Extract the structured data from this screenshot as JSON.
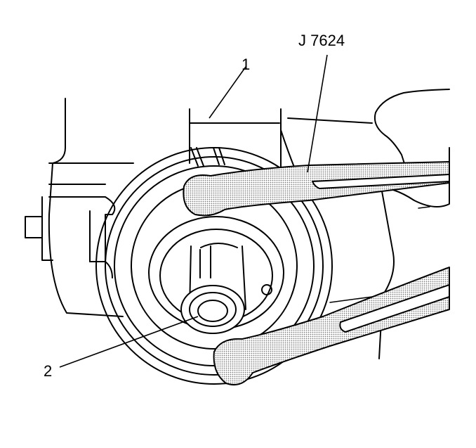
{
  "callouts": {
    "part_1": "1",
    "part_2": "2",
    "tool": "J 7624"
  },
  "colors": {
    "line": "#000000",
    "background": "#ffffff",
    "tool_shading": "#9a9a9a"
  }
}
